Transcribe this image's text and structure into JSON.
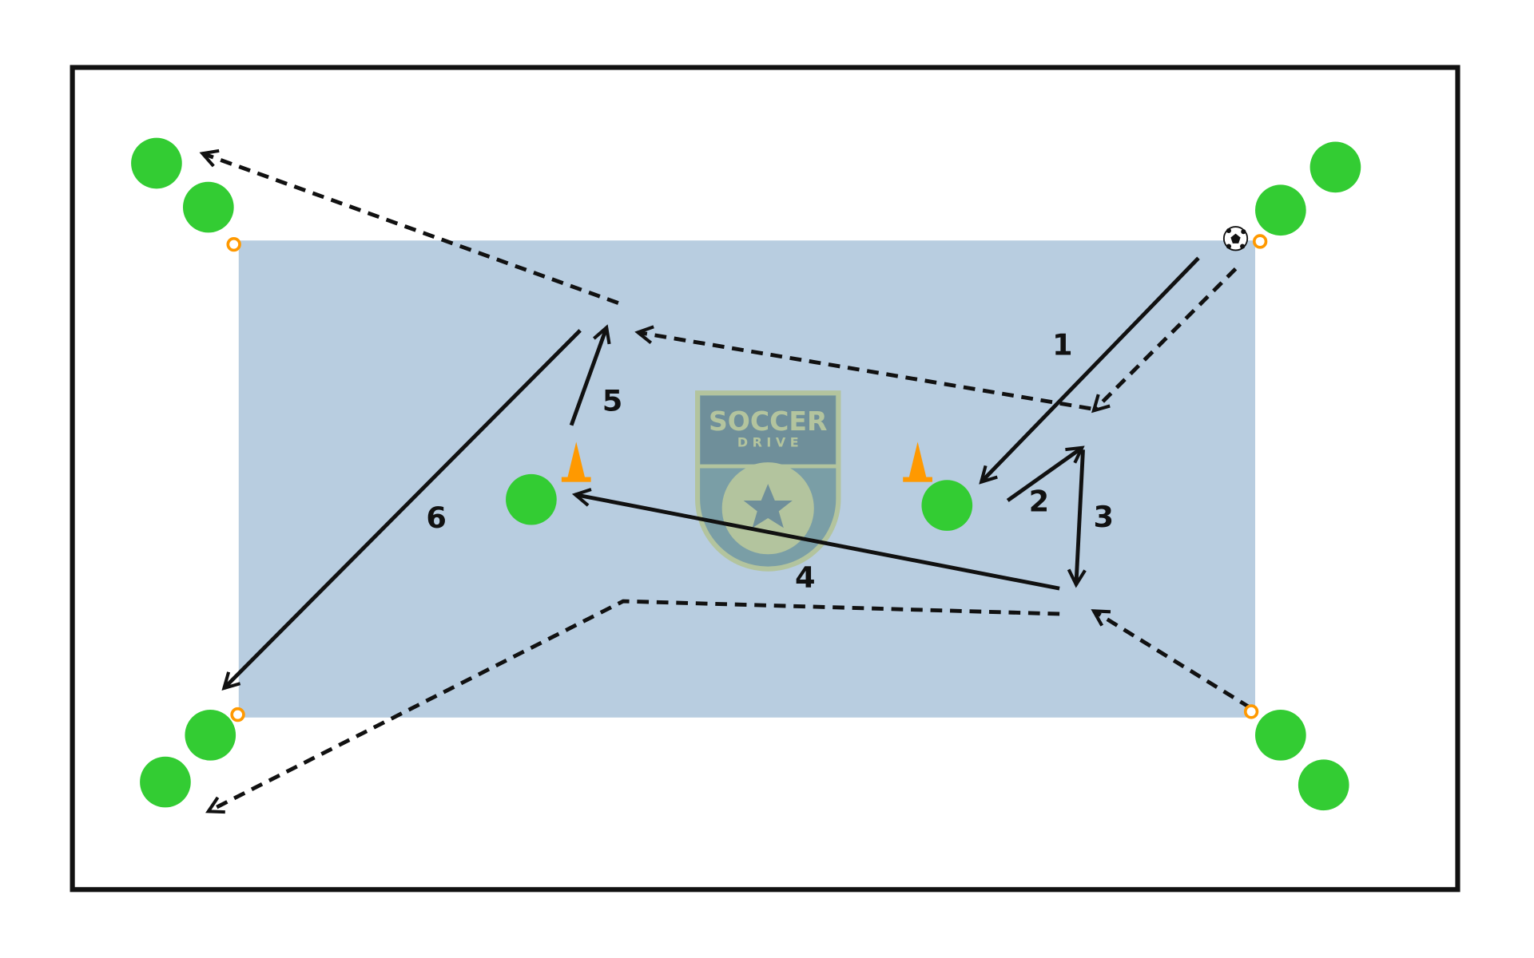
{
  "diagram": {
    "steps": [
      "1",
      "2",
      "3",
      "4",
      "5",
      "6"
    ],
    "logo": {
      "line1": "SOCCER",
      "line2": "D R I V E"
    },
    "colors": {
      "field": "#b8cde0",
      "player": "#33cc33",
      "cone": "#ff9900",
      "line": "#111111",
      "logo_light": "#b3c49e",
      "logo_dark": "#6f8f9a"
    }
  }
}
